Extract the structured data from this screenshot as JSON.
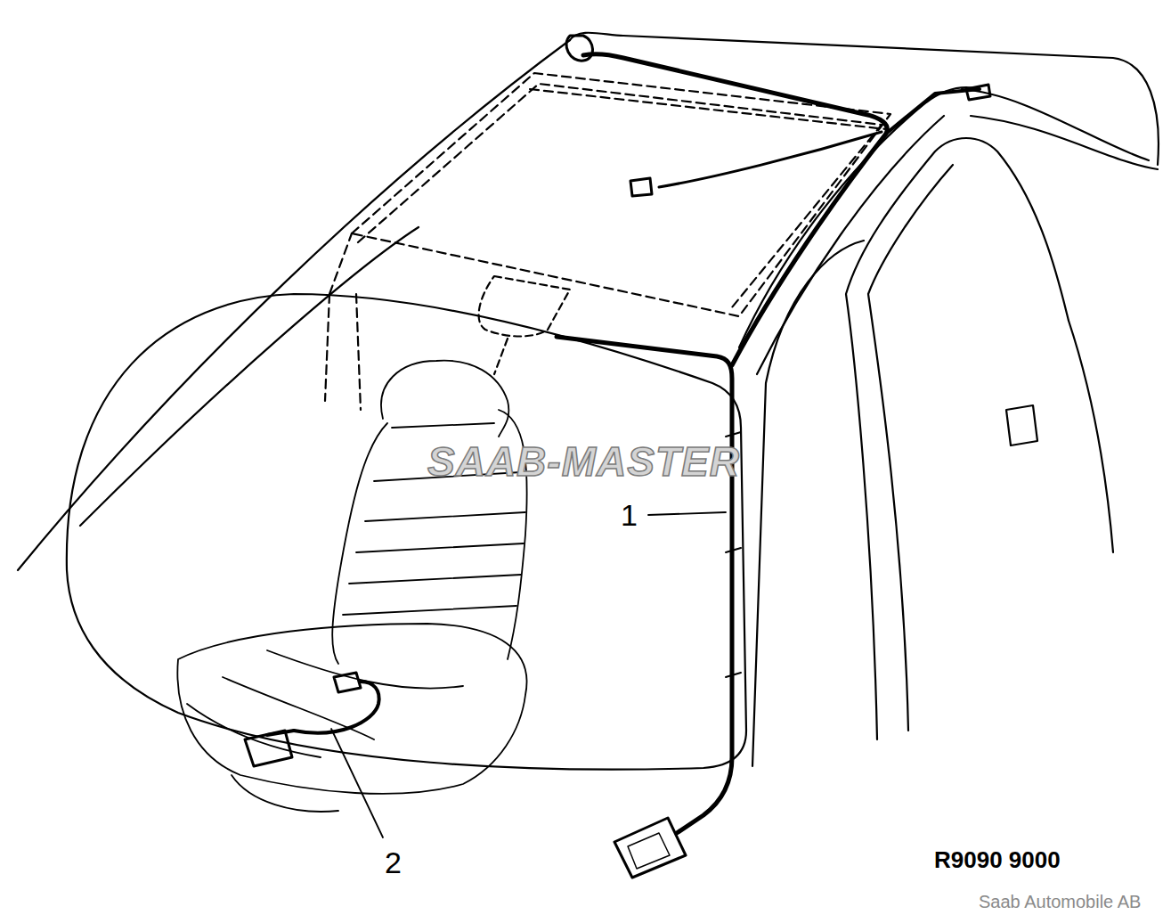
{
  "diagram": {
    "labels": [
      "SAAB-MASTER",
      "1",
      "2",
      "R9090 9000",
      "Saab Automobile AB"
    ]
  }
}
